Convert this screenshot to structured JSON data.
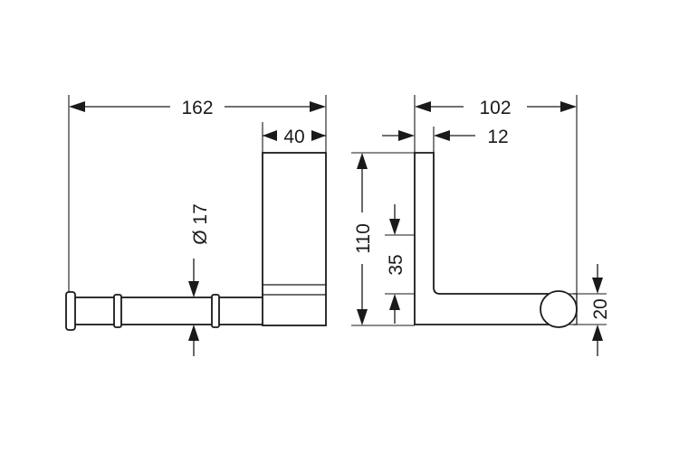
{
  "drawing": {
    "front_view": {
      "overall_width": "162",
      "bracket_width": "40",
      "rod_diameter": "Ø 17"
    },
    "side_view": {
      "overall_depth": "102",
      "plate_thickness": "12",
      "height": "110",
      "arm_height": "35",
      "rod_height": "20"
    },
    "colors": {
      "line": "#1a1a1a",
      "background": "#ffffff"
    }
  }
}
